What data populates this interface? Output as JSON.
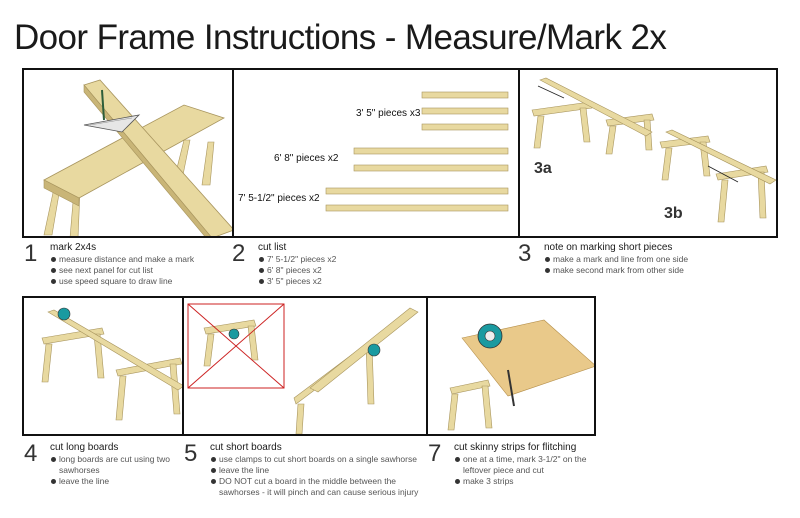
{
  "title": "Door Frame Instructions - Measure/Mark 2x",
  "panel2": {
    "labels": [
      "3' 5\" pieces x3",
      "6' 8\" pieces x2",
      "7' 5-1/2\" pieces x2"
    ]
  },
  "panel3": {
    "label_a": "3a",
    "label_b": "3b"
  },
  "steps": [
    {
      "num": "1",
      "head": "mark 2x4s",
      "items": [
        "measure distance and make a mark",
        "see next panel for cut list",
        "use speed square to draw line"
      ]
    },
    {
      "num": "2",
      "head": "cut list",
      "items": [
        "7' 5-1/2\" pieces x2",
        "6' 8\" pieces x2",
        "3' 5\" pieces x2"
      ]
    },
    {
      "num": "3",
      "head": "note on marking short pieces",
      "items": [
        "make a mark and line from one side",
        "make second mark from other side"
      ]
    },
    {
      "num": "4",
      "head": "cut long boards",
      "items": [
        "long boards are cut using two",
        "sawhorses",
        "leave the line"
      ]
    },
    {
      "num": "5",
      "head": "cut short boards",
      "items": [
        "use clamps to cut short boards on a single sawhorse",
        "leave the line",
        "DO NOT cut a board in the middle between the",
        "sawhorses - it will pinch and can cause serious injury"
      ]
    },
    {
      "num": "7",
      "head": "cut skinny strips for flitching",
      "items": [
        "one at a time, mark 3-1/2\" on the",
        "leftover piece and cut",
        "make 3 strips"
      ]
    }
  ],
  "colors": {
    "wood": "#e8d9a0",
    "wood_dark": "#c9b577",
    "wood_edge": "#a8955e",
    "osb": "#e9c98a",
    "saw": "#1a9aa0",
    "cross": "#cc2222"
  }
}
